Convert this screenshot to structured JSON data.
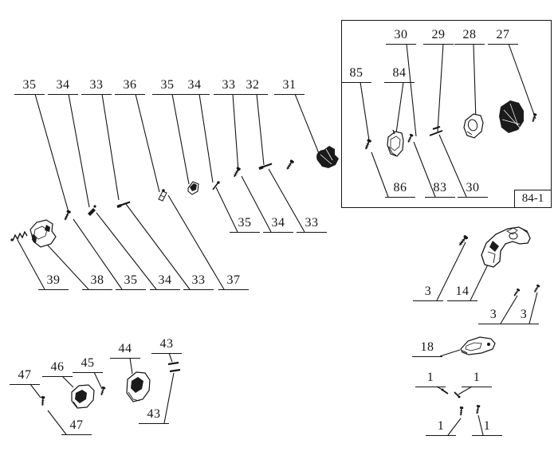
{
  "figure": {
    "type": "exploded-parts-diagram",
    "inset": {
      "corner_label": "84-1"
    },
    "colors": {
      "ink": "#151515",
      "background": "#ffffff"
    }
  },
  "callouts": {
    "top_row": [
      "35",
      "34",
      "33",
      "36",
      "35",
      "34",
      "33",
      "32",
      "31"
    ],
    "mid_row": [
      "35",
      "34",
      "33"
    ],
    "lower_row": [
      "39",
      "38",
      "35",
      "34",
      "33",
      "37"
    ],
    "inset_top": [
      "30",
      "29",
      "28",
      "27"
    ],
    "inset_mid": [
      "85",
      "84"
    ],
    "inset_bottom": [
      "86",
      "83",
      "30"
    ],
    "right_a": [
      "3",
      "14"
    ],
    "right_b": [
      "3",
      "3"
    ],
    "right_c": [
      "18"
    ],
    "right_d": [
      "1",
      "1"
    ],
    "right_e": [
      "1",
      "1"
    ],
    "bottom_left": [
      "47",
      "46",
      "45",
      "44",
      "43"
    ],
    "bottom_left_lower": [
      "43",
      "47"
    ]
  }
}
